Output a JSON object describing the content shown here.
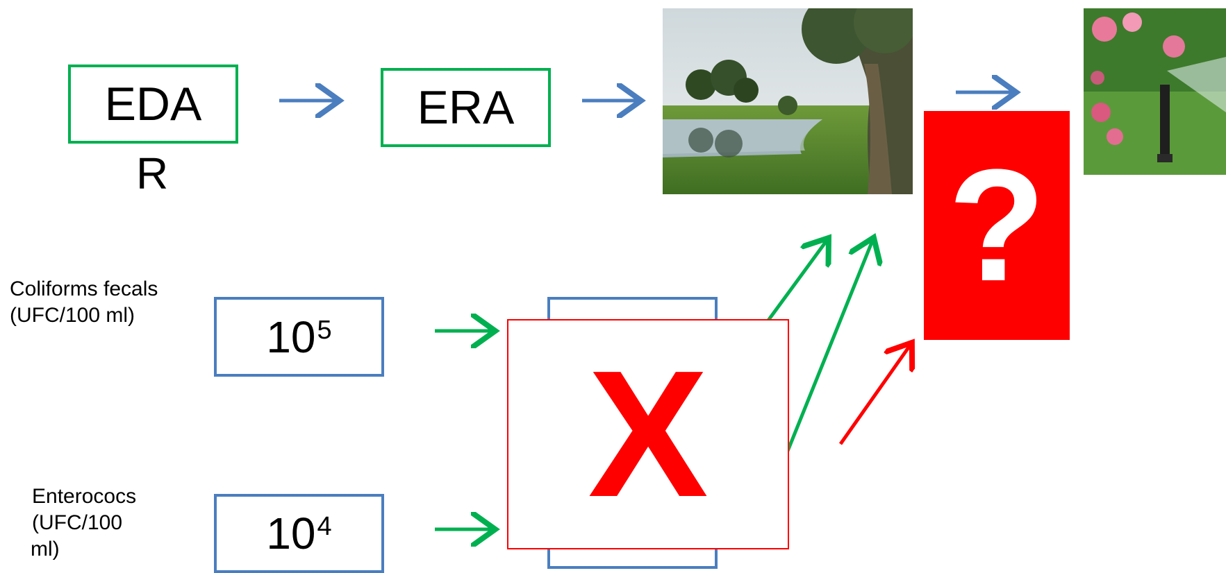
{
  "top_row": {
    "box1": "EDA",
    "box1_overflow": "R",
    "box2": "ERA"
  },
  "rows": [
    {
      "label_lines": [
        "Coliforms fecals",
        "(UFC/100 ml)"
      ],
      "value_base": "10",
      "value_exp": "5"
    },
    {
      "label_lines": [
        "Enterococs",
        "(UFC/100",
        "ml)"
      ],
      "value_base": "10",
      "value_exp": "4"
    }
  ],
  "question_mark": "?",
  "cross_mark": "X",
  "colors": {
    "green": "#00b050",
    "blue": "#4a7ebf",
    "red": "#ff0000"
  },
  "images": [
    "lake-landscape-photo",
    "garden-sprinkler-photo"
  ]
}
